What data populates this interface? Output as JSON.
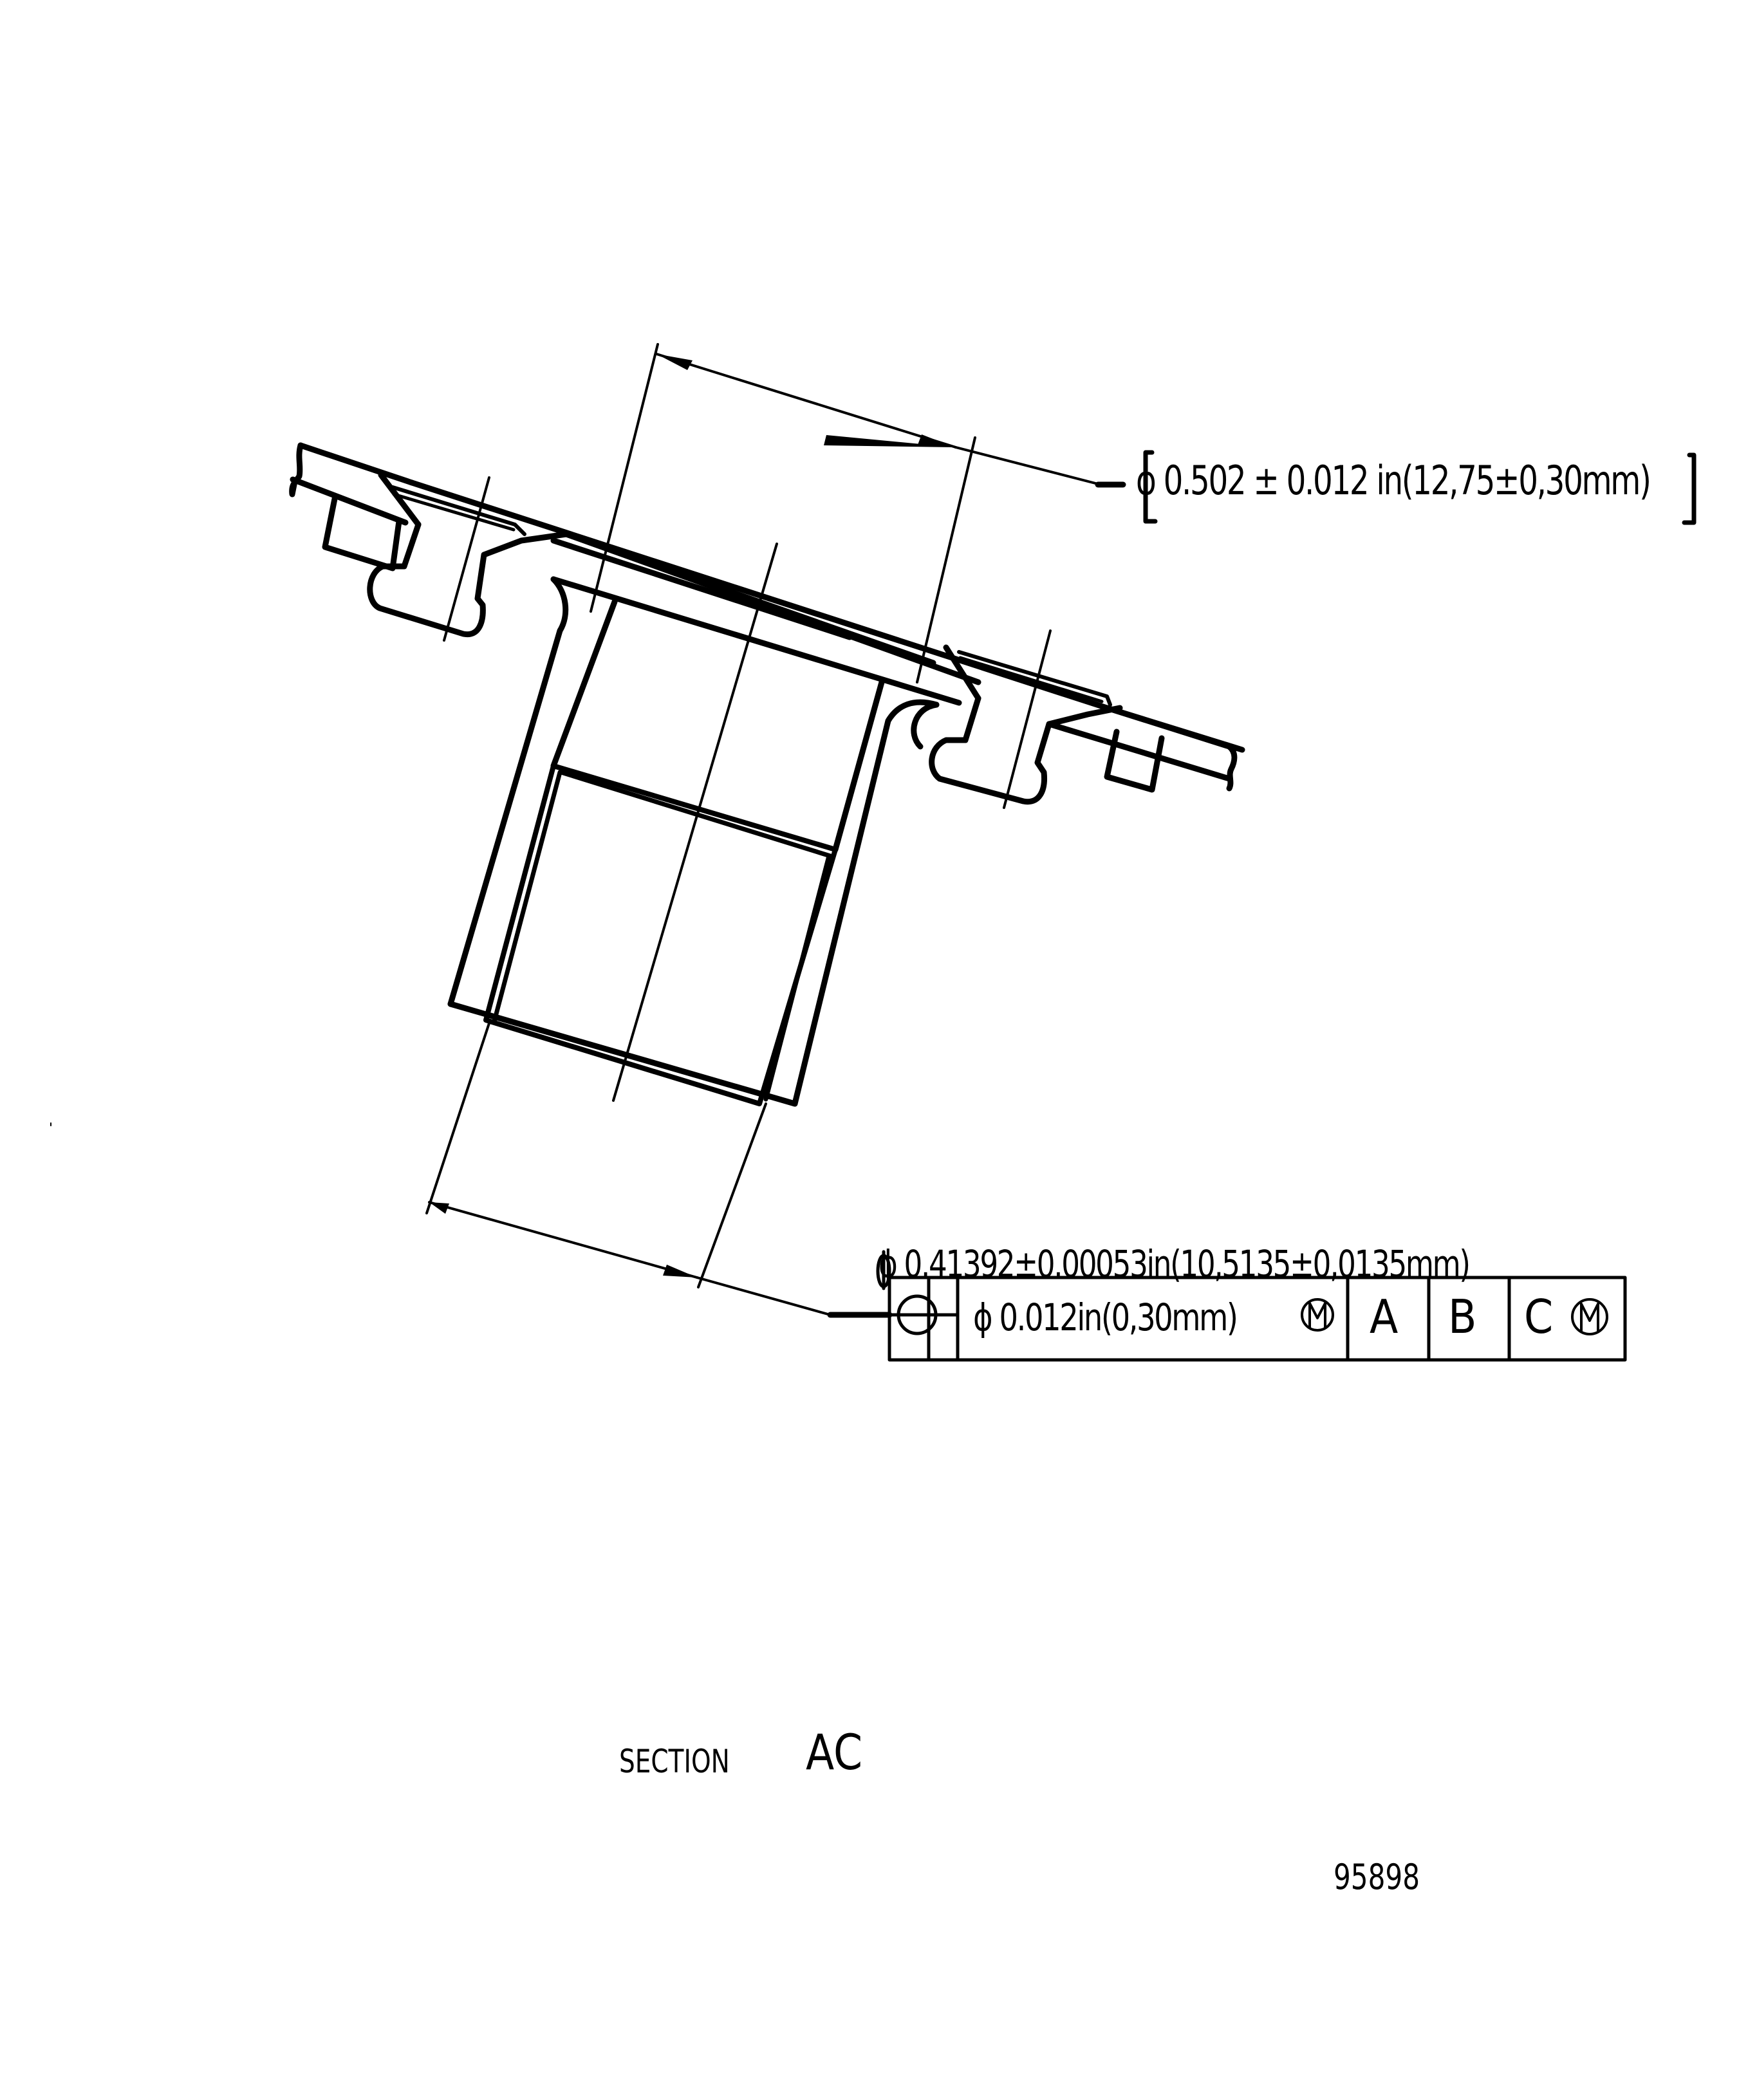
{
  "drawing": {
    "type": "engineering-section-view",
    "section_label_prefix": "SECTION",
    "section_label_id": "AC",
    "drawing_number": "95898",
    "line_color": "#000000",
    "background": "#ffffff"
  },
  "dimensions": {
    "upper": {
      "symbol": "ϕ",
      "text": "ϕ 0.502 ± 0.012 in(12,75±0,30mm)",
      "nominal_in": "0.502",
      "tolerance_in": "0.012",
      "nominal_mm": "12,75",
      "tolerance_mm": "0,30",
      "bracketed": true
    },
    "lower": {
      "symbol": "ϕ",
      "text": "ϕ  0.41392±0.00053in(10,5135±0,0135mm)",
      "nominal_in": "0.41392",
      "tolerance_in": "0.00053",
      "nominal_mm": "10,5135",
      "tolerance_mm": "0,0135"
    }
  },
  "feature_control_frame": {
    "characteristic": "position",
    "characteristic_icon": "position-icon",
    "tolerance_text": "ϕ 0.012in(0,30mm)",
    "tolerance_modifier": "M",
    "datums": [
      {
        "label": "A",
        "modifier": ""
      },
      {
        "label": "B",
        "modifier": ""
      },
      {
        "label": "C",
        "modifier": "M"
      }
    ]
  }
}
